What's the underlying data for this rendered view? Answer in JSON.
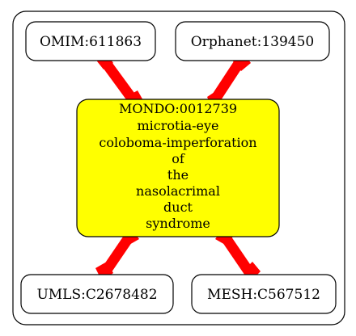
{
  "center_node": {
    "lines": [
      "MONDO:0012739",
      "microtia-eye",
      "coloboma-imperforation",
      "of",
      "the",
      "nasolacrimal",
      "duct",
      "syndrome"
    ],
    "fill": "#ffff00"
  },
  "nodes": {
    "omim": "OMIM:611863",
    "orphanet": "Orphanet:139450",
    "umls": "UMLS:C2678482",
    "mesh": "MESH:C567512"
  },
  "edge_color": "#ff0000"
}
